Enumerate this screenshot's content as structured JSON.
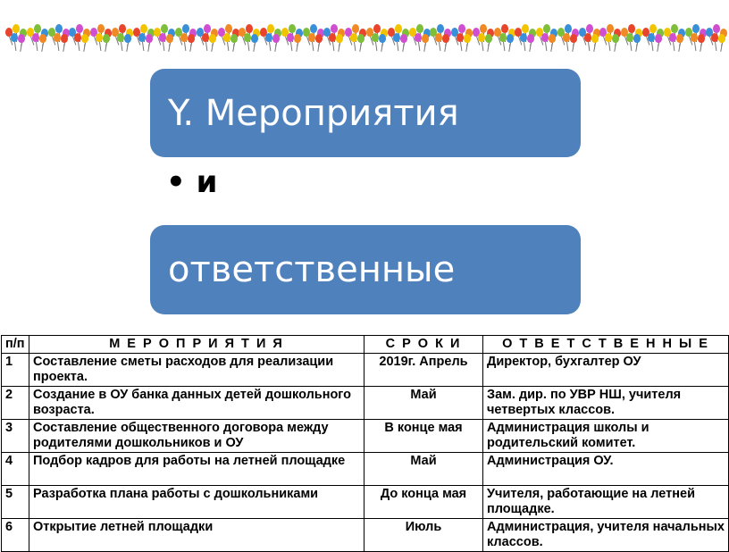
{
  "header": {
    "title": "Y. Мероприятия",
    "bullet_text": "и",
    "subtitle": "ответственные"
  },
  "table": {
    "columns": [
      "п/п",
      "М Е Р О П Р И Я Т И Я",
      "С Р О К И",
      "О Т В Е Т С Т В Е Н Н Ы Е"
    ],
    "rows": [
      {
        "n": "1",
        "event": "Составление сметы расходов для реализации проекта.",
        "term": "2019г. Апрель",
        "resp": "Директор, бухгалтер ОУ"
      },
      {
        "n": "2",
        "event": "Создание в ОУ банка данных детей дошкольного возраста.",
        "term": "Май",
        "resp": "Зам. дир. по УВР НШ, учителя четвертых  классов."
      },
      {
        "n": "3",
        "event": "Составление общественного договора между родителями дошкольников и ОУ",
        "term": "В конце мая",
        "resp": "Администрация школы и родительский комитет."
      },
      {
        "n": "4",
        "event": "Подбор кадров для работы на летней площадке",
        "term": "Май",
        "resp": "Администрация ОУ."
      },
      {
        "n": "5",
        "event": "Разработка плана работы с дошкольниками",
        "term": "До конца мая",
        "resp": "Учителя, работающие на летней площадке."
      },
      {
        "n": "6",
        "event": "Открытие летней площадки",
        "term": "Июль",
        "resp": "Администрация, учителя начальных классов."
      }
    ]
  },
  "colors": {
    "banner": "#4f81bd",
    "balloon_palette": [
      "#e8452c",
      "#f2c400",
      "#7dbf3a",
      "#3a8fd9",
      "#d04fd0",
      "#f08a24"
    ]
  }
}
